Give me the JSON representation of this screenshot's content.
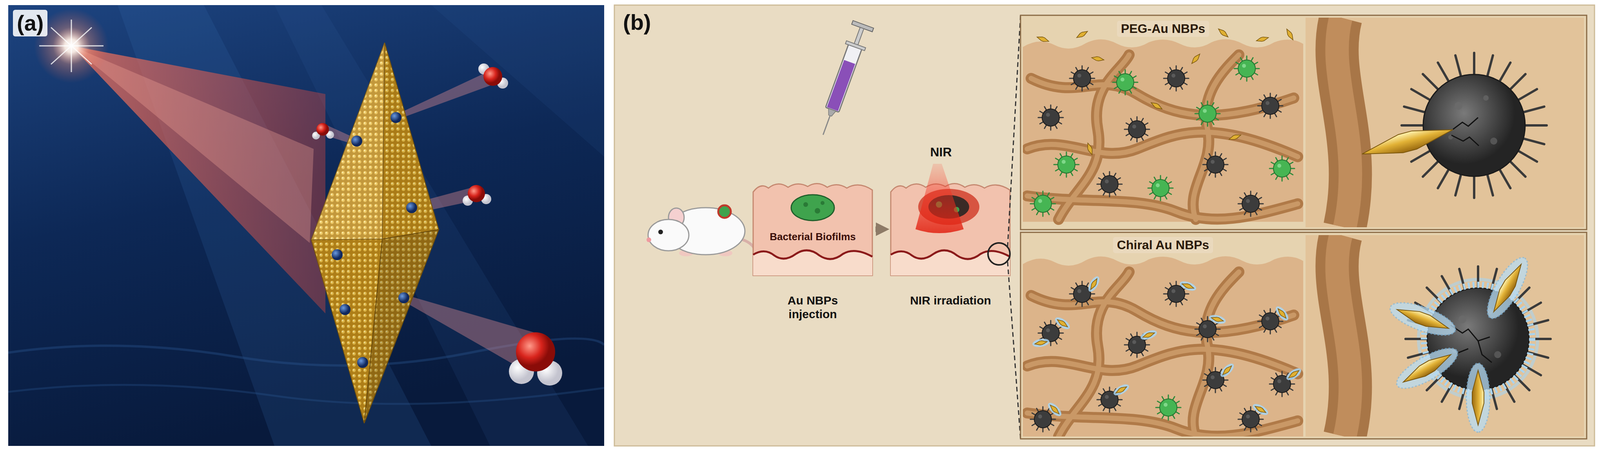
{
  "diagram": {
    "nodes": [
      {
        "text": [
          "(a)"
        ]
      },
      {
        "text": [
          "(b)"
        ]
      },
      {
        "text": [
          "Bacterial Biofilms",
          "Au NBPs injection"
        ],
        "in": 1
      },
      {
        "text": [
          "NIR irradiation"
        ],
        "in": 1
      },
      {
        "text": [
          "PEG-Au NBPs"
        ],
        "in": 1
      },
      {
        "text": [
          "Chiral Au NBPs"
        ],
        "in": 1
      }
    ],
    "edges": [
      {
        "from": 2,
        "to": 3,
        "arrow": "to"
      }
    ],
    "labels": [
      "NIR"
    ]
  }
}
